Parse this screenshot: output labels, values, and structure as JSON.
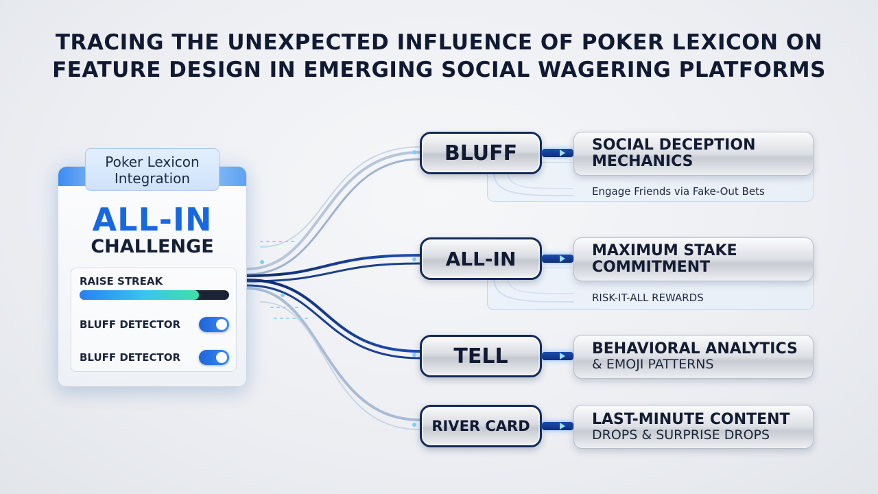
{
  "title": {
    "line1": "TRACING THE UNEXPECTED INFLUENCE OF POKER LEXICON ON",
    "line2": "FEATURE DESIGN IN EMERGING SOCIAL WAGERING PLATFORMS"
  },
  "panel": {
    "tab_line1": "Poker Lexicon",
    "tab_line2": "Integration",
    "headline": "ALL-IN",
    "subheadline": "CHALLENGE",
    "progress_label": "RAISE STREAK",
    "progress_value": 0.8,
    "toggles": [
      {
        "label": "BLUFF DETECTOR",
        "on": true
      },
      {
        "label": "BLUFF DETECTOR",
        "on": true
      }
    ]
  },
  "terms": [
    {
      "term": "BLUFF",
      "title_line1": "SOCIAL DECEPTION",
      "title_line2": "MECHANICS",
      "detail": "Engage Friends via Fake-Out Bets"
    },
    {
      "term": "ALL-IN",
      "title_line1": "MAXIMUM STAKE",
      "title_line2": "COMMITMENT",
      "detail": "RISK-IT-ALL REWARDS"
    },
    {
      "term": "TELL",
      "title_line1": "BEHAVIORAL ANALYTICS",
      "title_line2": "& EMOJI PATTERNS",
      "detail": ""
    },
    {
      "term": "RIVER CARD",
      "title_line1": "LAST-MINUTE CONTENT",
      "title_line2": "DROPS & SURPRISE DROPS",
      "detail": ""
    }
  ],
  "colors": {
    "accent_blue": "#1767e0",
    "navy": "#122a5a",
    "progress_green": "#3fe0a6"
  }
}
